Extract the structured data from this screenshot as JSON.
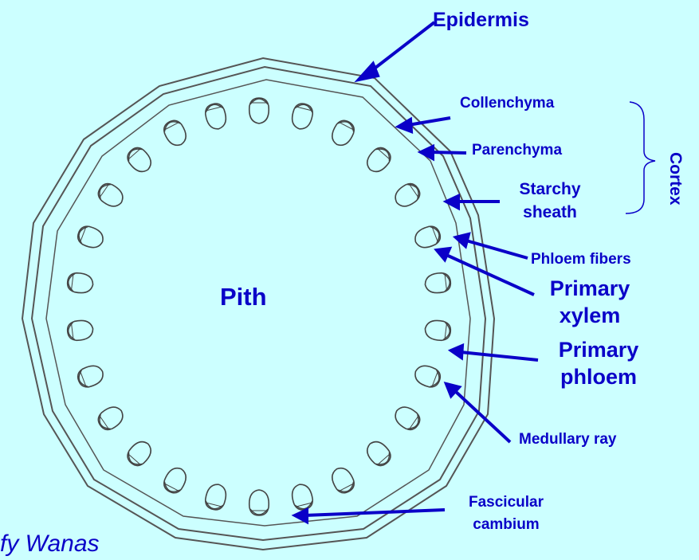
{
  "labels": {
    "epidermis": "Epidermis",
    "collenchyma": "Collenchyma",
    "parenchyma": "Parenchyma",
    "starchy_sheath": [
      "Starchy",
      "sheath"
    ],
    "cortex": "Cortex",
    "phloem_fibers": "Phloem fibers",
    "primary_xylem": [
      "Primary",
      "xylem"
    ],
    "primary_phloem": [
      "Primary",
      "phloem"
    ],
    "medullary_ray": "Medullary ray",
    "fascicular_cambium": [
      "Fascicular",
      "cambium"
    ],
    "pith": "Pith"
  },
  "credit": "fy Wanas",
  "colors": {
    "background": "#ccffff",
    "label": "#0a00c8",
    "drawing": "#555555"
  }
}
